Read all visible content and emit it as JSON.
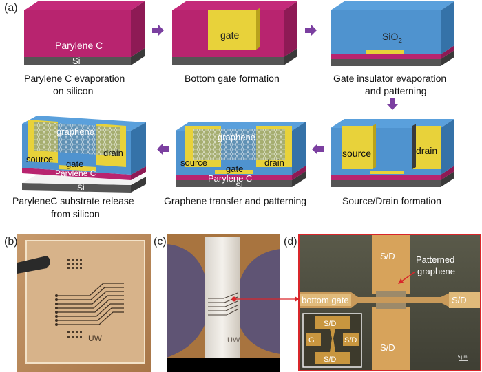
{
  "panel_labels": {
    "a": "(a)",
    "b": "(b)",
    "c": "(c)",
    "d": "(d)"
  },
  "steps": {
    "s1": {
      "layer_top": "Parylene C",
      "layer_bottom": "Si",
      "caption_1": "Parylene C evaporation",
      "caption_2": "on silicon"
    },
    "s2": {
      "gate": "gate",
      "caption_1": "Bottom gate formation"
    },
    "s3": {
      "insulator": "SiO",
      "insulator_sub": "2",
      "caption_1": "Gate insulator  evaporation",
      "caption_2": "and patterning"
    },
    "s4": {
      "source": "source",
      "drain": "drain",
      "caption_1": "Source/Drain formation"
    },
    "s5": {
      "graphene": "graphene",
      "source": "source",
      "drain": "drain",
      "gate": "gate",
      "parylene": "Parylene C",
      "si": "Si",
      "caption_1": "Graphene transfer and patterning"
    },
    "s6": {
      "graphene": "graphene",
      "source": "source",
      "drain": "drain",
      "gate": "gate",
      "parylene": "Parylene C",
      "si": "Si",
      "caption_1": "ParyleneC substrate release",
      "caption_2": "from silicon"
    }
  },
  "photo_b": {
    "logo": "UW"
  },
  "photo_c": {
    "logo": "UW"
  },
  "micro_d": {
    "sd_top": "S/D",
    "sd_bottom": "S/D",
    "sd_right": "S/D",
    "bottom_gate": "bottom gate",
    "patterned_1": "Patterned",
    "patterned_2": "graphene",
    "inset_sd_top": "S/D",
    "inset_sd_bottom": "S/D",
    "inset_sd_right": "S/D",
    "inset_g": "G",
    "scale": "5 μm"
  },
  "colors": {
    "parylene": "#b8246f",
    "parylene_side": "#8e1a55",
    "silicon": "#555555",
    "silicon_side": "#3a3a3a",
    "gold": "#e8d23a",
    "gold_side": "#b8a21c",
    "oxide": "#4f93cf",
    "oxide_side": "#3572a8",
    "arrow": "#7b3fa0",
    "red_frame": "#d9262a"
  }
}
